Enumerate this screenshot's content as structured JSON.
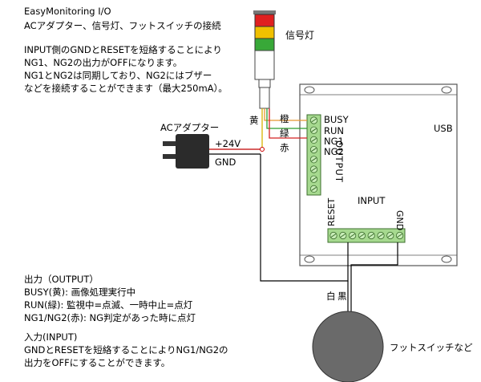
{
  "intro": {
    "title": "EasyMonitoring I/O",
    "subtitle": "ACアダプター、信号灯、フットスイッチの接続",
    "note_lines": [
      "INPUT側のGNDとRESETを短絡することにより",
      "NG1、NG2の出力がOFFになります。",
      "NG1とNG2は同期しており、NG2にはブザー",
      "などを接続することができます（最大250mA）。"
    ]
  },
  "tower_light": {
    "label": "信号灯",
    "colors": [
      "#e02020",
      "#f0c000",
      "#38a838"
    ]
  },
  "adapter": {
    "label": "ACアダプター",
    "plus_label": "+24V",
    "gnd_label": "GND"
  },
  "wire_labels": {
    "yellow": "黄",
    "orange": "橙",
    "green": "緑",
    "red": "赤",
    "white": "白",
    "black": "黒"
  },
  "device": {
    "output_title": "OUTPUT",
    "usb_label": "USB",
    "output_pins": [
      "BUSY",
      "RUN",
      "NG1",
      "NG2"
    ],
    "input_title": "INPUT",
    "reset_label": "RESET",
    "gnd_label": "GND"
  },
  "foot_switch": {
    "label": "フットスイッチなど"
  },
  "legend": {
    "output_title": "出力（OUTPUT）",
    "output_lines": [
      "BUSY(黄): 画像処理実行中",
      "RUN(緑): 監視中=点滅、一時中止=点灯",
      "NG1/NG2(赤): NG判定があった時に点灯"
    ],
    "input_title": "入力(INPUT)",
    "input_lines": [
      "GNDとRESETを短絡することによりNG1/NG2の",
      "出力をOFFにすることができます。"
    ]
  },
  "colors": {
    "terminal_green": "#a6d98f",
    "red_lamp": "#e02020",
    "yellow_lamp": "#f0c000",
    "green_lamp": "#38a838",
    "orange_wire": "#e89830",
    "red_wire": "#d42020",
    "green_wire": "#2e9e2e",
    "yellow_wire": "#d9b400"
  }
}
